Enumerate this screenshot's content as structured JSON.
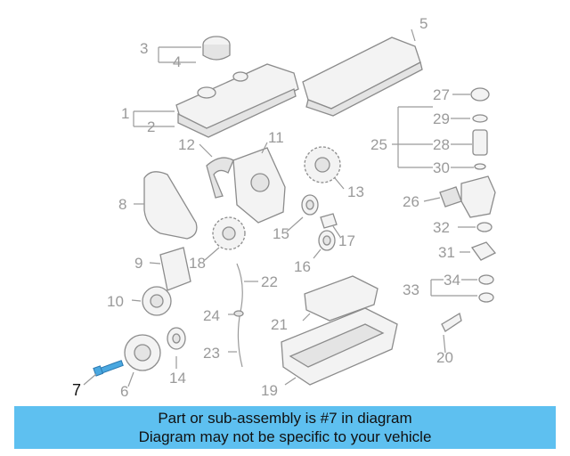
{
  "diagram": {
    "highlight_color": "#4aa8e0",
    "callouts": [
      "1",
      "2",
      "3",
      "4",
      "5",
      "6",
      "7",
      "8",
      "9",
      "10",
      "11",
      "12",
      "13",
      "14",
      "15",
      "16",
      "17",
      "19",
      "20",
      "21",
      "22",
      "23",
      "24",
      "25",
      "26",
      "27",
      "28",
      "29",
      "30",
      "31",
      "32",
      "33",
      "34",
      "18"
    ]
  },
  "banner": {
    "line1": "Part or sub-assembly is #7 in diagram",
    "line2": "Diagram may not be specific to your vehicle",
    "background": "#5ec0f0"
  }
}
